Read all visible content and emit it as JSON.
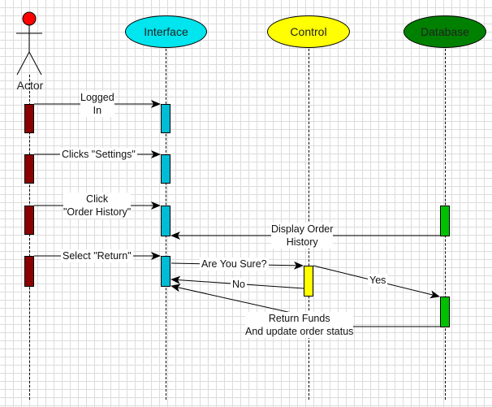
{
  "participants": {
    "actor": {
      "label": "Actor",
      "head_color": "#ff0000"
    },
    "interface": {
      "label": "Interface",
      "color": "#00e5ee"
    },
    "control": {
      "label": "Control",
      "color": "#ffff00"
    },
    "database": {
      "label": "Database",
      "color": "#008000"
    }
  },
  "colors": {
    "actor_activation": "#8b0000",
    "interface_activation": "#00bcd4",
    "control_activation": "#ffff00",
    "database_activation": "#00c000"
  },
  "messages": {
    "logged_in": {
      "line1": "Logged",
      "line2": "In"
    },
    "clicks_settings": {
      "text": "Clicks \"Settings\""
    },
    "click_order_history": {
      "line1": "Click",
      "line2": "\"Order History\""
    },
    "display_order_history": {
      "line1": "Display Order",
      "line2": "History"
    },
    "select_return": {
      "text": "Select \"Return\""
    },
    "are_you_sure": {
      "text": "Are You Sure?"
    },
    "no": {
      "text": "No"
    },
    "yes": {
      "text": "Yes"
    },
    "return_funds": {
      "line1": "Return Funds",
      "line2": "And update order status"
    }
  }
}
